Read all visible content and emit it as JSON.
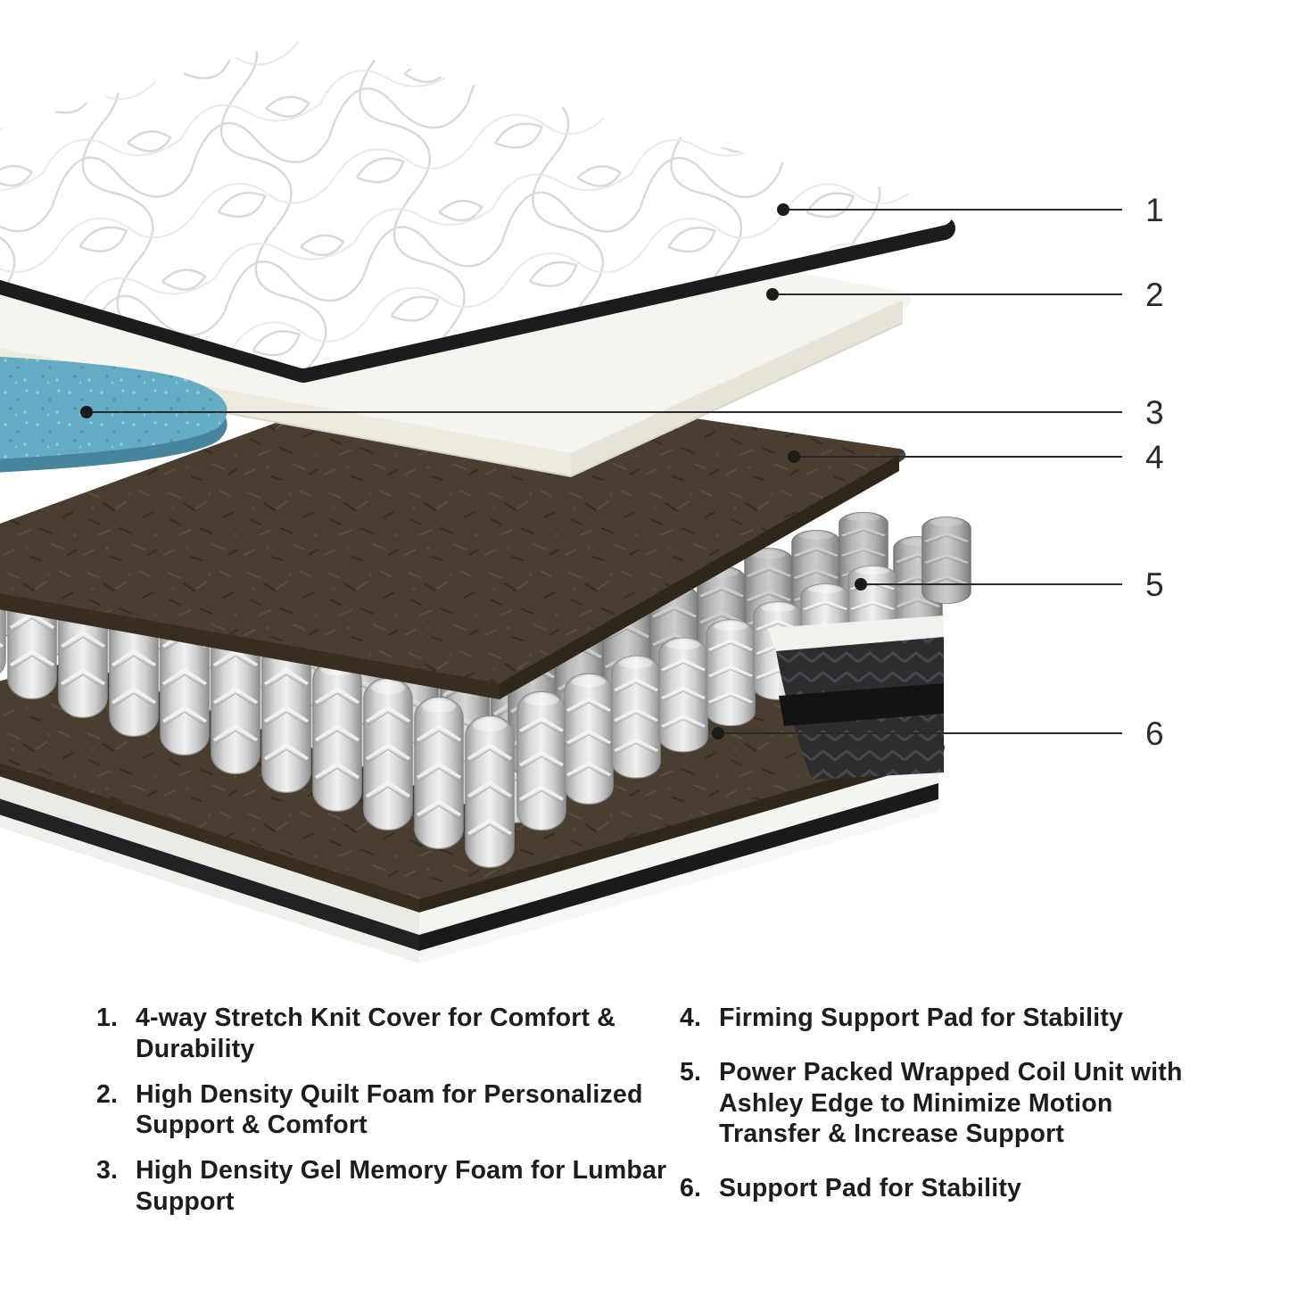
{
  "page": {
    "title": "Mattress layer cutaway diagram",
    "background": "#ffffff"
  },
  "callouts": [
    {
      "label": "1",
      "target": "stretch-knit-cover"
    },
    {
      "label": "2",
      "target": "quilt-foam"
    },
    {
      "label": "3",
      "target": "gel-memory-foam"
    },
    {
      "label": "4",
      "target": "firming-support-pad"
    },
    {
      "label": "5",
      "target": "wrapped-coil-unit"
    },
    {
      "label": "6",
      "target": "support-pad"
    }
  ],
  "legend": {
    "left": [
      {
        "num": "1.",
        "text": "4-way Stretch Knit Cover for Comfort & Durability"
      },
      {
        "num": "2.",
        "text": "High Density Quilt Foam for Personalized Support & Comfort"
      },
      {
        "num": "3.",
        "text": "High Density Gel Memory Foam for Lumbar Support"
      }
    ],
    "right": [
      {
        "num": "4.",
        "text": "Firming Support Pad for Stability"
      },
      {
        "num": "5.",
        "text": "Power Packed Wrapped Coil Unit with Ashley Edge to Minimize Motion Transfer & Increase Support"
      },
      {
        "num": "6.",
        "text": "Support Pad for Stability"
      }
    ]
  },
  "colors": {
    "text": "#1d1d1f",
    "callout_line": "#2a2a2a",
    "cover": "#ffffff",
    "cover_pattern": "#d8d8d8",
    "quilt_foam": "#f5f4ef",
    "gel_foam": "#63acc3",
    "fiber_pad": "#4a3e31",
    "coil": "#d6d6d6",
    "edge_fabric": "#2d2d30",
    "base_stripe": "#1a1a1c"
  }
}
